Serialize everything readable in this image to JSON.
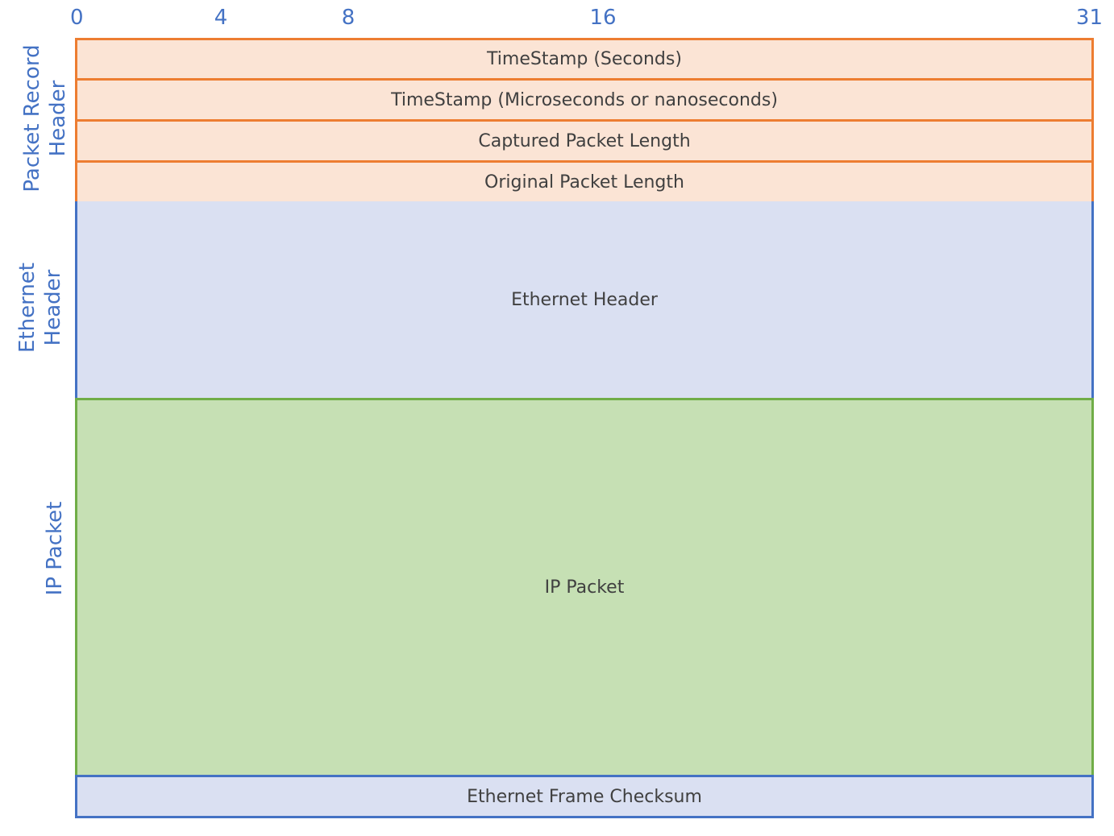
{
  "bit_positions": [
    "0",
    "4",
    "8",
    "16",
    "31"
  ],
  "side_labels": {
    "packet_record_header_line1": "Packet Record",
    "packet_record_header_line2": "Header",
    "ethernet_header_line1": "Ethernet",
    "ethernet_header_line2": "Header",
    "ip_packet": "IP Packet"
  },
  "fields": {
    "timestamp_seconds": "TimeStamp (Seconds)",
    "timestamp_fraction": "TimeStamp (Microseconds or nanoseconds)",
    "captured_length": "Captured Packet Length",
    "original_length": "Original Packet Length",
    "ethernet_header": "Ethernet Header",
    "ip_packet": "IP Packet",
    "checksum": "Ethernet Frame Checksum"
  },
  "colors": {
    "label_blue": "#4472c4",
    "record_header_fill": "#fbe4d5",
    "record_header_border": "#ed7d31",
    "ethernet_fill": "#dae0f2",
    "ethernet_border": "#4472c4",
    "ip_fill": "#c6e0b4",
    "ip_border": "#70ad47"
  }
}
